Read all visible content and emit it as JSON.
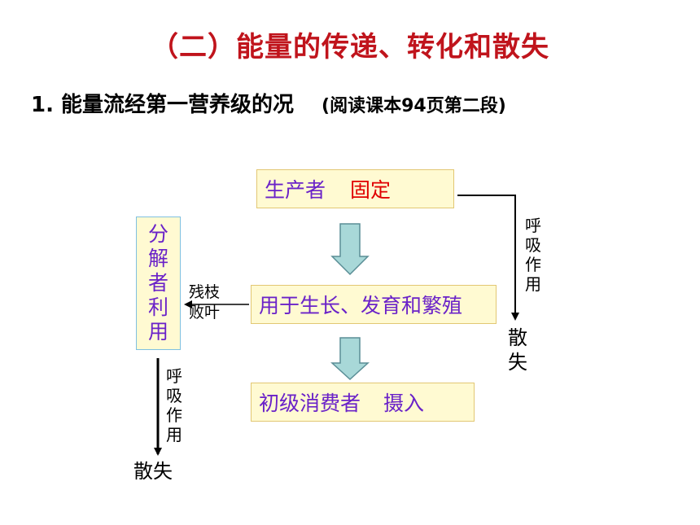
{
  "title": "（二）能量的传递、转化和散失",
  "subtitle": {
    "main": "1. 能量流经第一营养级的况",
    "note": "(阅读课本94页第二段)"
  },
  "producer_box": {
    "label": "生产者",
    "highlight": "固定"
  },
  "growth_box": {
    "label": "用于生长、发育和繁殖"
  },
  "consumer_box": {
    "label": "初级消费者",
    "action": "摄入"
  },
  "decomposer_box": {
    "chars": [
      "分",
      "解",
      "者",
      "利",
      "用"
    ]
  },
  "residue_label": {
    "line1": "残枝",
    "line2": "败叶"
  },
  "right_respiration": [
    "呼",
    "吸",
    "作",
    "用"
  ],
  "right_loss": [
    "散",
    "失"
  ],
  "left_respiration": [
    "呼",
    "吸",
    "作",
    "用"
  ],
  "left_loss": "散失",
  "colors": {
    "title": "#c0141c",
    "box_text": "#6a22c8",
    "box_fill": "#fffad2",
    "highlight": "#e00000",
    "block_arrow": "#a8d8d8"
  }
}
